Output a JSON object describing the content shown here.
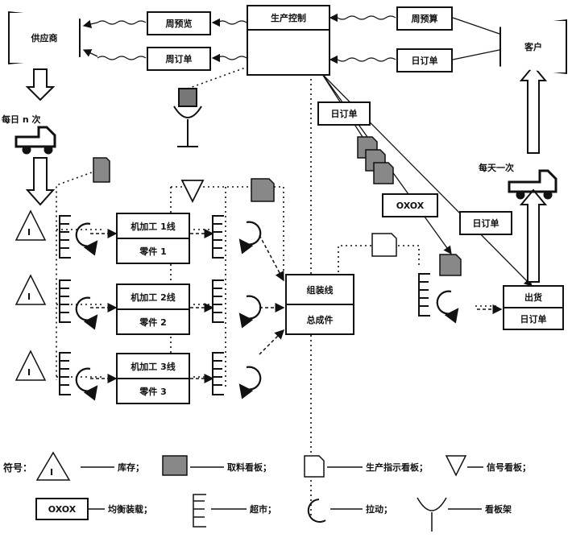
{
  "boxes": {
    "supplier": "供应商",
    "customer": "客户",
    "production_control": "生产控制",
    "weekly_forecast_left": "周预览",
    "weekly_order_left": "周订单",
    "weekly_forecast_right": "周预算",
    "daily_order_right": "日订单",
    "daily_order_mid": "日订单",
    "daily_order_lower": "日订单",
    "oxox": "OXOX",
    "machining1": "机加工 1线",
    "part1": "零件 1",
    "machining2": "机加工 2线",
    "part2": "零件 2",
    "machining3": "机加工 3线",
    "part3": "零件 3",
    "assembly": "组装线",
    "final_assembly": "总成件",
    "shipping": "出货",
    "shipping_order": "日订单"
  },
  "labels": {
    "n_times": "每日 n 次",
    "once_daily": "每天一次",
    "inventory_letter": "I"
  },
  "legend": {
    "title": "符号：",
    "inventory": "库存；",
    "withdrawal_kanban": "取料看板；",
    "production_kanban": "生产指示看板；",
    "signal_kanban": "信号看板；",
    "oxox": "OXOX",
    "leveling": "均衡装载；",
    "supermarket": "超市；",
    "pull": "拉动；",
    "kanban_post": "看板架"
  }
}
